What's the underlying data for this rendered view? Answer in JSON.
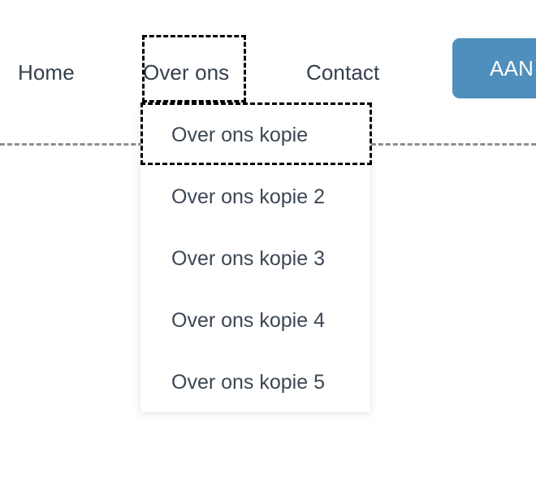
{
  "navbar": {
    "links": [
      {
        "label": "Home",
        "name": "home"
      },
      {
        "label": "Over ons",
        "name": "over-ons"
      },
      {
        "label": "Contact",
        "name": "contact"
      }
    ],
    "cta": {
      "label": "AAN",
      "color": "#4f8fbd",
      "text_color": "#ffffff"
    },
    "link_color": "#343f4c"
  },
  "dropdown": {
    "parent_label": "Over ons",
    "items": [
      {
        "label": "Over ons kopie"
      },
      {
        "label": "Over ons kopie 2"
      },
      {
        "label": "Over ons kopie 3"
      },
      {
        "label": "Over ons kopie 4"
      },
      {
        "label": "Over ons kopie 5"
      }
    ],
    "background": "#ffffff",
    "text_color": "#3c4755"
  },
  "selection": {
    "nav_item": "Over ons",
    "menu_item": "Over ons kopie",
    "outline_color": "#000000",
    "style": "dashed"
  },
  "guide_line": {
    "color": "#888f96",
    "style": "dashed"
  },
  "page": {
    "background": "#ffffff"
  }
}
